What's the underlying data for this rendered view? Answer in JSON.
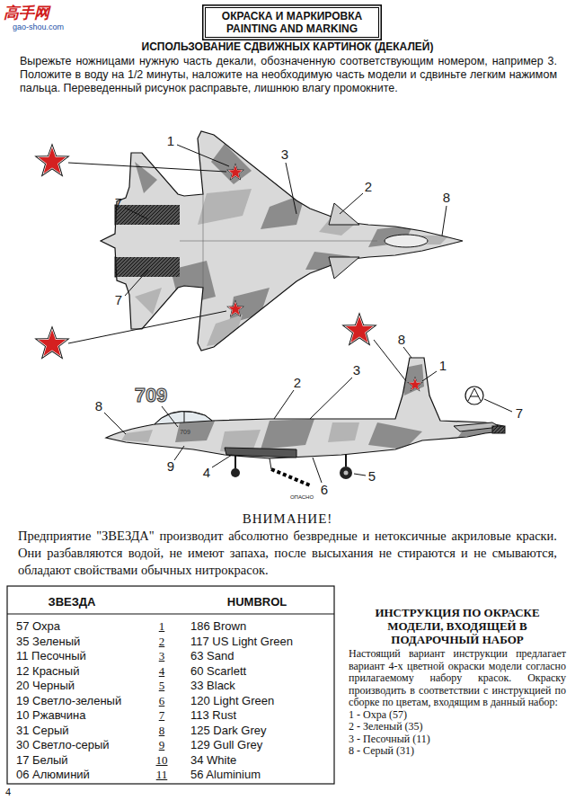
{
  "diagram": {
    "nodes": [
      {
        "text": [
          "ОКРАСКА И МАРКИРОВКА",
          "PAINTING AND MARKING"
        ]
      }
    ],
    "labels": [
      "高手网",
      "gao-shou.com",
      "ИСПОЛЬЗОВАНИЕ СДВИЖНЫХ КАРТИНОК (ДЕКАЛЕЙ)",
      "Вырежьте ножницами нужную часть декали, обозначенную соответствующим номером, например 3. Положите в воду на 1/2 минуты, наложите на необходимую часть модели и сдвиньте легким нажимом пальца. Переведенный рисунок расправьте, лишнюю влагу промокните.",
      "1",
      "3",
      "2",
      "8",
      "7",
      "7",
      "709",
      "709",
      "8",
      "2",
      "3",
      "8",
      "1",
      "7",
      "9",
      "4",
      "ОПАСНО",
      "6",
      "5",
      "ВНИМАНИЕ!",
      "Предприятие \"ЗВЕЗДА\" производит абсолютно безвредные и нетоксичные акриловые краски. Они разбавляются водой, не имеют запаха, после высыхания не стираются и не смываются, обладают свойствами обычных нитрокрасок.",
      "ЗВЕЗДА",
      "HUMBROL",
      "57 Охра",
      "1",
      "186 Brown",
      "35 Зеленый",
      "2",
      "117 US Light Green",
      "11 Песочный",
      "3",
      "63 Sand",
      "12 Красный",
      "4",
      "60 Scarlett",
      "20 Черный",
      "5",
      "33 Black",
      "19 Светло-зеленый",
      "6",
      "120 Light Green",
      "10 Ржавчина",
      "7",
      "113 Rust",
      "31 Серый",
      "8",
      "125 Dark Grey",
      "30 Светло-серый",
      "9",
      "129 Gull Grey",
      "17 Белый",
      "10",
      "34 White",
      "06 Алюминий",
      "11",
      "56 Aluminium",
      "ИНСТРУКЦИЯ ПО ОКРАСКЕ МОДЕЛИ, ВХОДЯЩЕЙ В ПОДАРОЧНЫЙ НАБОР",
      "Настоящий вариант инструкции предлагает вариант 4-х цветной окраски модели согласно прилагаемому набору красок. Окраску производить в соответствии с инструкцией по сборке по цветам, входящим в данный набор:",
      "1 - Охра (57)",
      "2 - Зеленый (35)",
      "3 - Песочный (11)",
      "8 - Серый (31)",
      "4"
    ]
  }
}
